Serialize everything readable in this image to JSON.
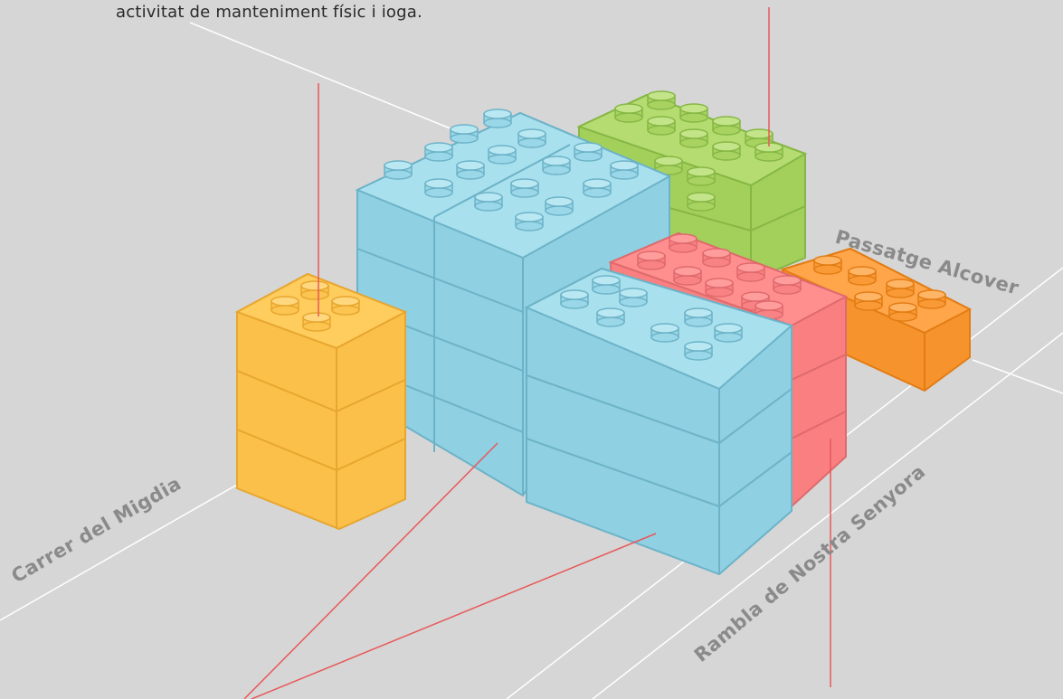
{
  "caption": "activitat de manteniment físic i ioga.",
  "streets": {
    "carrer_migdia": "Carrer del Migdia",
    "passatge_alcover": "Passatge Alcover",
    "rambla": "Rambla de Nostra Senyora"
  },
  "colors": {
    "background": "#d6d6d6",
    "blue_top": "#a9e0ee",
    "blue_side": "#8fd0e3",
    "blue_stroke": "#6db3c8",
    "green_top": "#b5dc70",
    "green_side": "#a3d05b",
    "green_stroke": "#86b745",
    "red_top": "#ff8f8f",
    "red_side": "#f97f80",
    "red_stroke": "#df6a6d",
    "orange_top": "#ffcc5e",
    "orange_side": "#fbc049",
    "orange_stroke": "#e7a62f",
    "dark_orange_top": "#ffa64a",
    "dark_orange_side": "#f7932c",
    "dark_orange_stroke": "#e27c14",
    "callout_line": "#e8585a",
    "street_line": "#ffffff"
  }
}
